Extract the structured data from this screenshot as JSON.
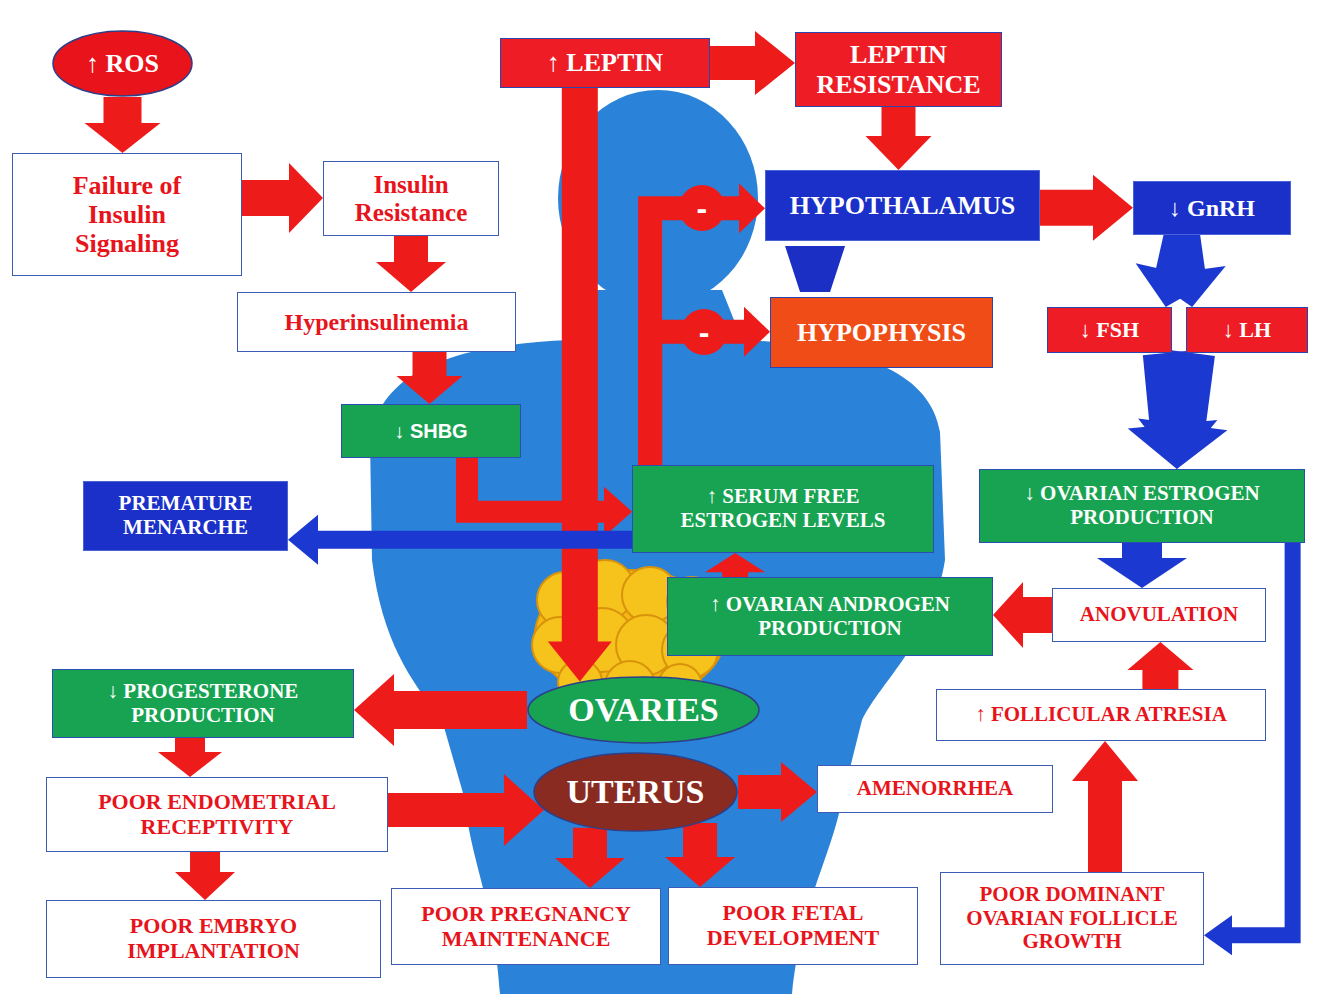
{
  "diagram": {
    "nodes": [
      {
        "text": [
          "↑ ROS"
        ]
      },
      {
        "text": [
          "↑ LEPTIN"
        ]
      },
      {
        "text": [
          "LEPTIN RESISTANCE"
        ]
      },
      {
        "text": [
          "Failure of Insulin Signaling"
        ]
      },
      {
        "text": [
          "Insulin Resistance"
        ]
      },
      {
        "text": [
          "HYPOTHALAMUS"
        ]
      },
      {
        "text": [
          "↓ GnRH"
        ]
      },
      {
        "text": [
          "Hyperinsulinemia"
        ]
      },
      {
        "text": [
          "HYPOPHYSIS"
        ]
      },
      {
        "text": [
          "↓ FSH"
        ]
      },
      {
        "text": [
          "↓ LH"
        ]
      },
      {
        "text": [
          "↓ SHBG"
        ]
      },
      {
        "text": [
          "PREMATURE MENARCHE"
        ]
      },
      {
        "text": [
          "↑ SERUM FREE ESTROGEN LEVELS"
        ]
      },
      {
        "text": [
          "↓ OVARIAN ESTROGEN PRODUCTION"
        ]
      },
      {
        "text": [
          "↑ OVARIAN ANDROGEN PRODUCTION"
        ]
      },
      {
        "text": [
          "ANOVULATION"
        ]
      },
      {
        "text": [
          "↓ PROGESTERONE PRODUCTION"
        ]
      },
      {
        "text": [
          "OVARIES"
        ]
      },
      {
        "text": [
          "↑ FOLLICULAR ATRESIA"
        ]
      },
      {
        "text": [
          "UTERUS"
        ]
      },
      {
        "text": [
          "POOR ENDOMETRIAL RECEPTIVITY"
        ]
      },
      {
        "text": [
          "AMENORRHEA"
        ]
      },
      {
        "text": [
          "POOR EMBRYO IMPLANTATION"
        ]
      },
      {
        "text": [
          "POOR PREGNANCY MAINTENANCE"
        ]
      },
      {
        "text": [
          "POOR FETAL DEVELOPMENT"
        ]
      },
      {
        "text": [
          "POOR DOMINANT OVARIAN FOLLICLE GROWTH"
        ]
      }
    ],
    "edges": [
      {
        "from": 0,
        "to": 3,
        "arrow": "to"
      },
      {
        "from": 3,
        "to": 4,
        "arrow": "to"
      },
      {
        "from": 4,
        "to": 7,
        "arrow": "to"
      },
      {
        "from": 7,
        "to": 11,
        "arrow": "to"
      },
      {
        "from": 11,
        "to": 13,
        "arrow": "to"
      },
      {
        "from": 1,
        "to": 2,
        "arrow": "to"
      },
      {
        "from": 1,
        "to": 18,
        "arrow": "to"
      },
      {
        "from": 2,
        "to": 5,
        "arrow": "to"
      },
      {
        "from": 13,
        "to": 5,
        "arrow": "to",
        "label": "-"
      },
      {
        "from": 13,
        "to": 8,
        "arrow": "to",
        "label": "-"
      },
      {
        "from": 5,
        "to": 8,
        "arrow": "none"
      },
      {
        "from": 5,
        "to": 6,
        "arrow": "to"
      },
      {
        "from": 6,
        "to": 9,
        "arrow": "to"
      },
      {
        "from": 6,
        "to": 10,
        "arrow": "to"
      },
      {
        "from": 9,
        "to": 14,
        "arrow": "to"
      },
      {
        "from": 10,
        "to": 14,
        "arrow": "to"
      },
      {
        "from": 14,
        "to": 16,
        "arrow": "to"
      },
      {
        "from": 14,
        "to": 26,
        "arrow": "to"
      },
      {
        "from": 26,
        "to": 19,
        "arrow": "to"
      },
      {
        "from": 19,
        "to": 16,
        "arrow": "to"
      },
      {
        "from": 16,
        "to": 15,
        "arrow": "to"
      },
      {
        "from": 15,
        "to": 13,
        "arrow": "to"
      },
      {
        "from": 13,
        "to": 12,
        "arrow": "to"
      },
      {
        "from": 18,
        "to": 17,
        "arrow": "to"
      },
      {
        "from": 17,
        "to": 21,
        "arrow": "to"
      },
      {
        "from": 21,
        "to": 20,
        "arrow": "to"
      },
      {
        "from": 21,
        "to": 23,
        "arrow": "to"
      },
      {
        "from": 20,
        "to": 22,
        "arrow": "to"
      },
      {
        "from": 20,
        "to": 24,
        "arrow": "to"
      },
      {
        "from": 20,
        "to": 25,
        "arrow": "to"
      }
    ]
  }
}
